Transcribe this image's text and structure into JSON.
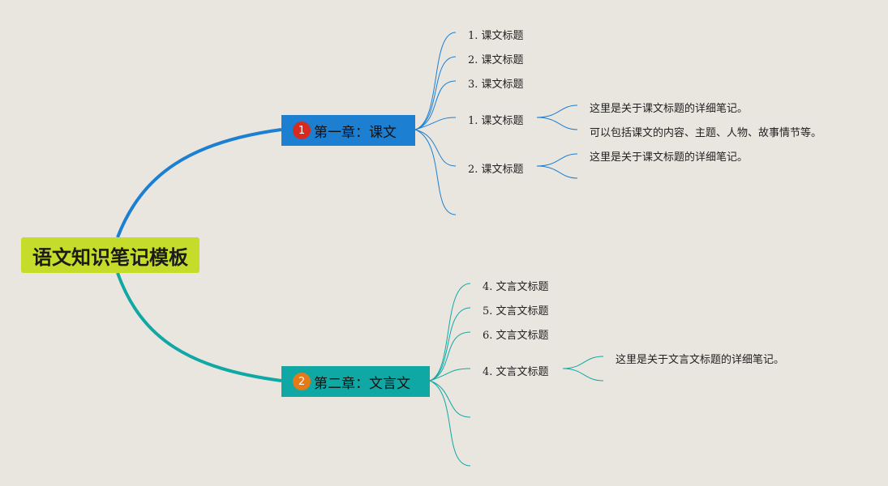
{
  "root": {
    "title": "语文知识笔记模板"
  },
  "colors": {
    "background": "#e9e6df",
    "root_fill": "#c5dd2a",
    "branch1_fill": "#1c7fd2",
    "branch2_fill": "#10a8a4",
    "badge1": "#d62b1e",
    "badge2": "#e57a17"
  },
  "branches": [
    {
      "number": "1",
      "label": "第一章：课文",
      "children": [
        {
          "label": "1. 课文标题"
        },
        {
          "label": "2. 课文标题"
        },
        {
          "label": "3. 课文标题"
        },
        {
          "label": "1. 课文标题",
          "notes": [
            "这里是关于课文标题的详细笔记。",
            "可以包括课文的内容、主题、人物、故事情节等。"
          ]
        },
        {
          "label": "2. 课文标题",
          "notes": [
            "这里是关于课文标题的详细笔记。",
            ""
          ]
        },
        {
          "label": ""
        }
      ]
    },
    {
      "number": "2",
      "label": "第二章：文言文",
      "children": [
        {
          "label": "4. 文言文标题"
        },
        {
          "label": "5. 文言文标题"
        },
        {
          "label": "6. 文言文标题"
        },
        {
          "label": "4. 文言文标题",
          "notes": [
            "这里是关于文言文标题的详细笔记。",
            ""
          ]
        },
        {
          "label": ""
        },
        {
          "label": ""
        }
      ]
    }
  ]
}
